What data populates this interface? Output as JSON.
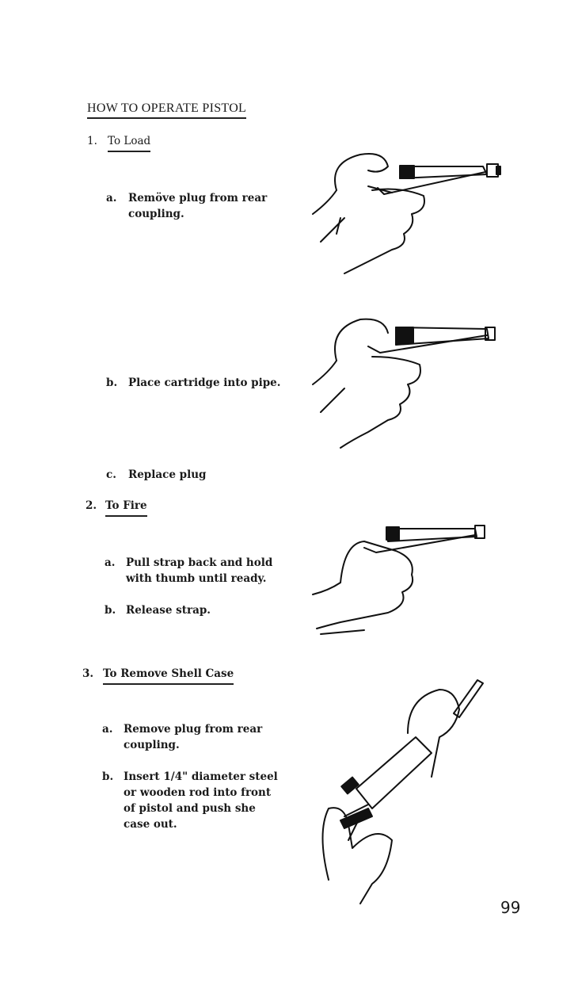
{
  "title": "HOW TO OPERATE PISTOL",
  "sections": [
    {
      "number": "1.",
      "heading": "To Load",
      "steps": [
        {
          "letter": "a.",
          "lines": [
            "Remöve plug from rear",
            "coupling."
          ]
        },
        {
          "letter": "b.",
          "lines": [
            "Place cartridge into pipe."
          ]
        },
        {
          "letter": "c.",
          "lines": [
            "Replace plug"
          ]
        }
      ]
    },
    {
      "number": "2.",
      "heading": "To Fire",
      "steps": [
        {
          "letter": "a.",
          "lines": [
            "Pull strap back and hold",
            "with thumb until ready."
          ]
        },
        {
          "letter": "b.",
          "lines": [
            "Release strap."
          ]
        }
      ]
    },
    {
      "number": "3.",
      "heading": "To Remove Shell Case",
      "steps": [
        {
          "letter": "a.",
          "lines": [
            "Remove plug from rear",
            "coupling."
          ]
        },
        {
          "letter": "b.",
          "lines": [
            "Insert 1/4\" diameter steel",
            "or wooden rod into front",
            "of pistol and push she",
            "case out."
          ]
        }
      ]
    }
  ],
  "page_number": "99"
}
